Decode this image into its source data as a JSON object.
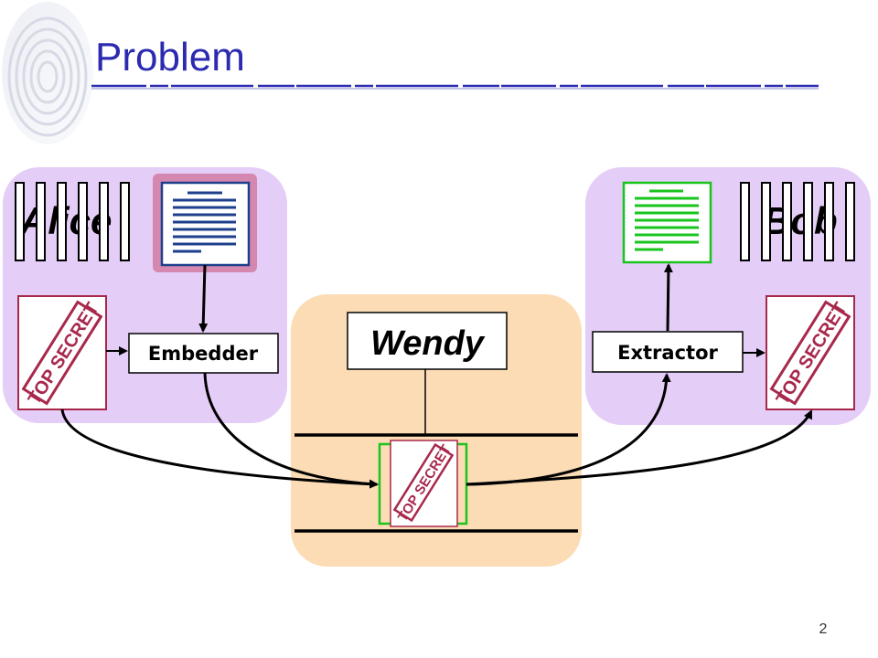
{
  "slide": {
    "title": "Problem",
    "page_number": "2"
  },
  "diagram": {
    "alice": {
      "label": "Alice",
      "embedder_label": "Embedder"
    },
    "bob": {
      "label": "Bob",
      "extractor_label": "Extractor"
    },
    "wendy": {
      "label": "Wendy"
    },
    "stamp_text": "TOP SECRET"
  },
  "colors": {
    "title": "#2b2ab0",
    "party_panel": "#e4cdf7",
    "wendy_panel": "#fbdcb5",
    "cover_document": "#1d3f8c",
    "recovered_document": "#19c41c",
    "secret_stamp": "#a8284b",
    "highlight": "#d488b0"
  }
}
